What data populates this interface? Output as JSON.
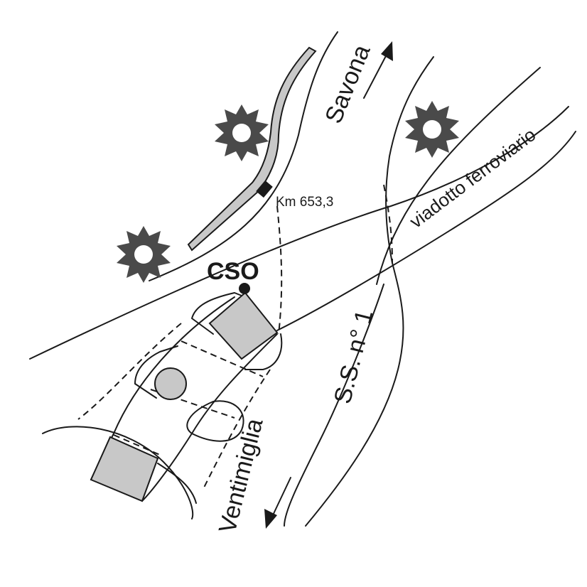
{
  "labels": {
    "savona": "Savona",
    "viadotto": "viadotto ferroviario",
    "km": "Km 653,3",
    "cso": "CSO",
    "ss1": "S.S. n° 1",
    "ventimiglia": "Ventimiglia"
  },
  "icons": {
    "tree": "tree-icon",
    "arrow_up": "direction-arrow-icon",
    "arrow_down": "direction-arrow-icon"
  },
  "colors": {
    "line": "#1a1a1a",
    "fill_gray": "#c8c8c8",
    "tree": "#4a4a4a"
  }
}
